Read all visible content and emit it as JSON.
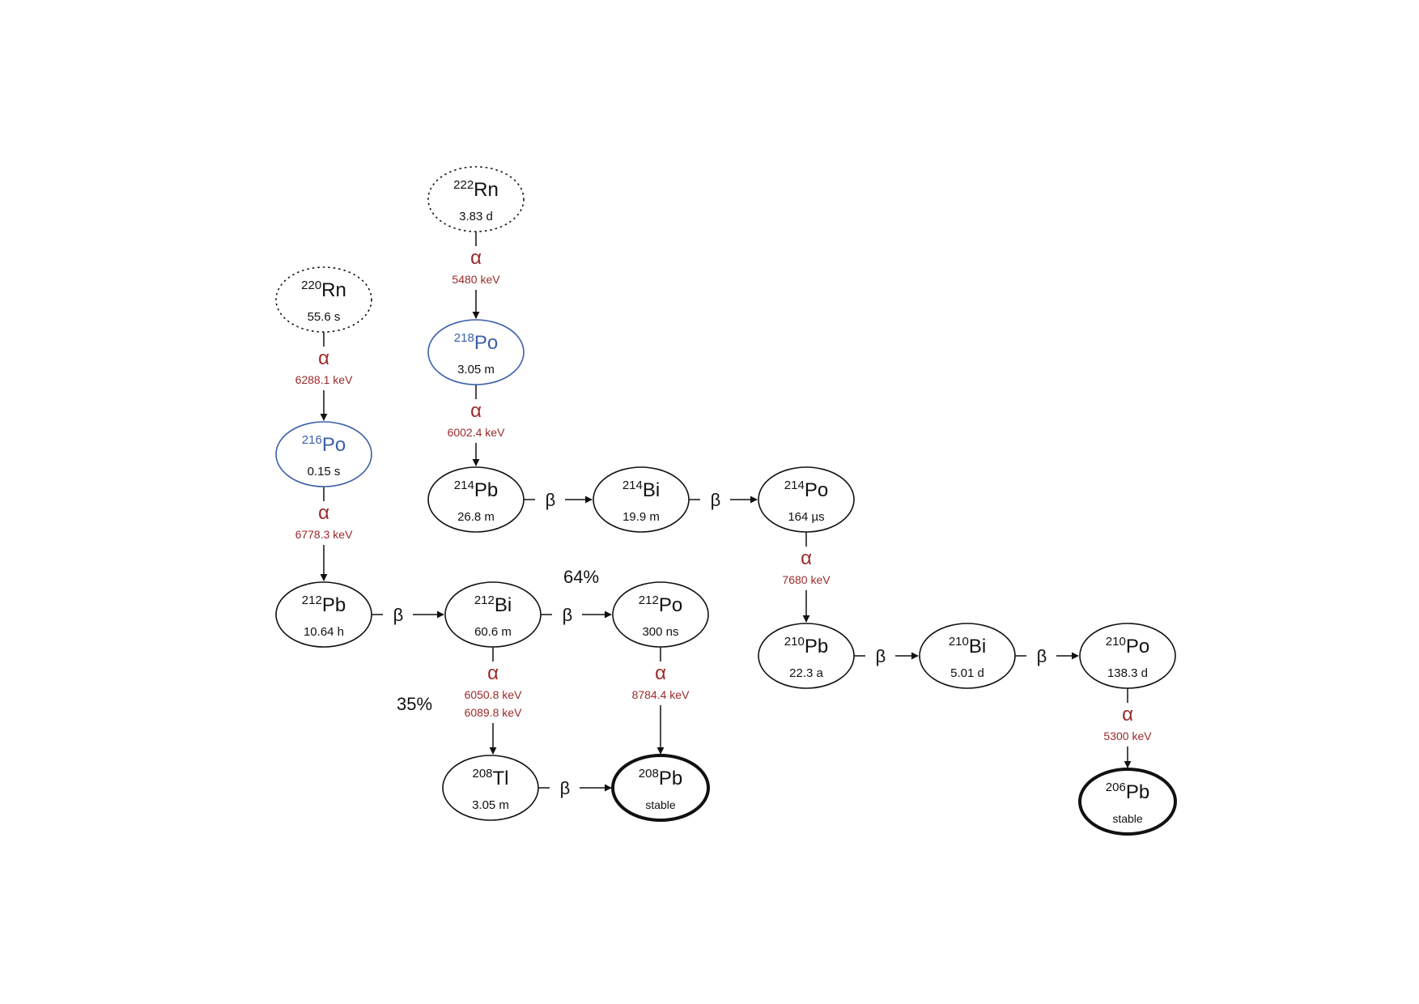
{
  "colors": {
    "default": "#111111",
    "short_lived_po": "#3b5fa8",
    "alpha": "#9b2a2a"
  },
  "nuclides": [
    {
      "id": "rn222",
      "mass": "222",
      "symbol": "Rn",
      "half_life": "3.83 d",
      "style": "dotted"
    },
    {
      "id": "po218",
      "mass": "218",
      "symbol": "Po",
      "half_life": "3.05 m",
      "style": "blue"
    },
    {
      "id": "pb214",
      "mass": "214",
      "symbol": "Pb",
      "half_life": "26.8 m",
      "style": "normal"
    },
    {
      "id": "bi214",
      "mass": "214",
      "symbol": "Bi",
      "half_life": "19.9 m",
      "style": "normal"
    },
    {
      "id": "po214",
      "mass": "214",
      "symbol": "Po",
      "half_life": "164 µs",
      "style": "normal"
    },
    {
      "id": "pb210",
      "mass": "210",
      "symbol": "Pb",
      "half_life": "22.3 a",
      "style": "normal"
    },
    {
      "id": "bi210",
      "mass": "210",
      "symbol": "Bi",
      "half_life": "5.01 d",
      "style": "normal"
    },
    {
      "id": "po210",
      "mass": "210",
      "symbol": "Po",
      "half_life": "138.3 d",
      "style": "normal"
    },
    {
      "id": "pb206",
      "mass": "206",
      "symbol": "Pb",
      "half_life": "stable",
      "style": "stable"
    },
    {
      "id": "rn220",
      "mass": "220",
      "symbol": "Rn",
      "half_life": "55.6 s",
      "style": "dotted"
    },
    {
      "id": "po216",
      "mass": "216",
      "symbol": "Po",
      "half_life": "0.15 s",
      "style": "blue"
    },
    {
      "id": "pb212",
      "mass": "212",
      "symbol": "Pb",
      "half_life": "10.64 h",
      "style": "normal"
    },
    {
      "id": "bi212",
      "mass": "212",
      "symbol": "Bi",
      "half_life": "60.6 m",
      "style": "normal"
    },
    {
      "id": "po212",
      "mass": "212",
      "symbol": "Po",
      "half_life": "300 ns",
      "style": "normal"
    },
    {
      "id": "tl208",
      "mass": "208",
      "symbol": "Tl",
      "half_life": "3.05 m",
      "style": "normal"
    },
    {
      "id": "pb208",
      "mass": "208",
      "symbol": "Pb",
      "half_life": "stable",
      "style": "stable"
    }
  ],
  "decays": [
    {
      "id": "rn222-po218",
      "from": "rn222",
      "to": "po218",
      "mode": "α",
      "energies": [
        "5480 keV"
      ]
    },
    {
      "id": "po218-pb214",
      "from": "po218",
      "to": "pb214",
      "mode": "α",
      "energies": [
        "6002.4 keV"
      ]
    },
    {
      "id": "pb214-bi214",
      "from": "pb214",
      "to": "bi214",
      "mode": "β",
      "energies": []
    },
    {
      "id": "bi214-po214",
      "from": "bi214",
      "to": "po214",
      "mode": "β",
      "energies": []
    },
    {
      "id": "po214-pb210",
      "from": "po214",
      "to": "pb210",
      "mode": "α",
      "energies": [
        "7680 keV"
      ]
    },
    {
      "id": "pb210-bi210",
      "from": "pb210",
      "to": "bi210",
      "mode": "β",
      "energies": []
    },
    {
      "id": "bi210-po210",
      "from": "bi210",
      "to": "po210",
      "mode": "β",
      "energies": []
    },
    {
      "id": "po210-pb206",
      "from": "po210",
      "to": "pb206",
      "mode": "α",
      "energies": [
        "5300 keV"
      ]
    },
    {
      "id": "rn220-po216",
      "from": "rn220",
      "to": "po216",
      "mode": "α",
      "energies": [
        "6288.1 keV"
      ]
    },
    {
      "id": "po216-pb212",
      "from": "po216",
      "to": "pb212",
      "mode": "α",
      "energies": [
        "6778.3 keV"
      ]
    },
    {
      "id": "pb212-bi212",
      "from": "pb212",
      "to": "bi212",
      "mode": "β",
      "energies": []
    },
    {
      "id": "bi212-po212",
      "from": "bi212",
      "to": "po212",
      "mode": "β",
      "energies": []
    },
    {
      "id": "bi212-tl208",
      "from": "bi212",
      "to": "tl208",
      "mode": "α",
      "energies": [
        "6050.8 keV",
        "6089.8 keV"
      ]
    },
    {
      "id": "po212-pb208",
      "from": "po212",
      "to": "pb208",
      "mode": "α",
      "energies": [
        "8784.4 keV"
      ]
    },
    {
      "id": "tl208-pb208",
      "from": "tl208",
      "to": "pb208",
      "mode": "β",
      "energies": []
    }
  ],
  "branches": [
    {
      "id": "bi212-beta",
      "text": "64%"
    },
    {
      "id": "bi212-alpha",
      "text": "35%"
    }
  ]
}
